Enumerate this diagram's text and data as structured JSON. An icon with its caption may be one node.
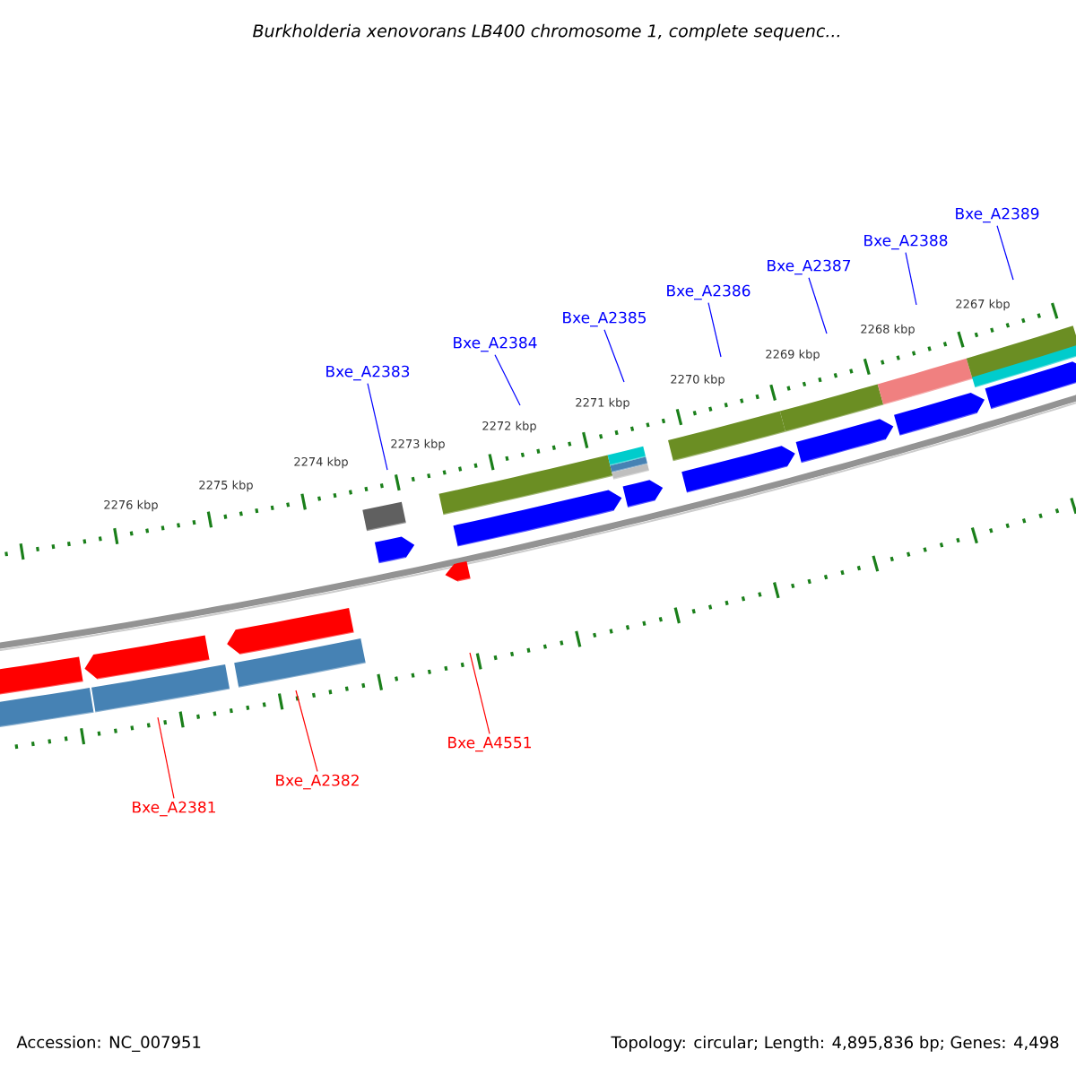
{
  "diagram": {
    "title": "Burkholderia xenovorans LB400 chromosome 1, complete sequenc...",
    "nodes": [
      {
        "text": [
          "Bxe_A2383"
        ]
      },
      {
        "text": [
          "Bxe_A2384"
        ]
      },
      {
        "text": [
          "Bxe_A2385"
        ]
      },
      {
        "text": [
          "Bxe_A2386"
        ]
      },
      {
        "text": [
          "Bxe_A2387"
        ]
      },
      {
        "text": [
          "Bxe_A2388"
        ]
      },
      {
        "text": [
          "Bxe_A2389"
        ]
      },
      {
        "text": [
          "Bxe_A2381"
        ]
      },
      {
        "text": [
          "Bxe_A2382"
        ]
      },
      {
        "text": [
          "Bxe_A4551"
        ]
      }
    ],
    "edges": [
      {
        "from": 0,
        "to": null,
        "arrow": "none"
      },
      {
        "from": 1,
        "to": null,
        "arrow": "none"
      },
      {
        "from": 2,
        "to": null,
        "arrow": "none"
      },
      {
        "from": 3,
        "to": null,
        "arrow": "none"
      },
      {
        "from": 4,
        "to": null,
        "arrow": "none"
      },
      {
        "from": 5,
        "to": null,
        "arrow": "none"
      },
      {
        "from": 6,
        "to": null,
        "arrow": "none"
      },
      {
        "from": 7,
        "to": null,
        "arrow": "none",
        "color": "#ff0000"
      },
      {
        "from": 8,
        "to": null,
        "arrow": "none",
        "color": "#ff0000"
      },
      {
        "from": 9,
        "to": null,
        "arrow": "none",
        "color": "#ff0000"
      }
    ],
    "labels": [
      "2267 kbp",
      "2268 kbp",
      "2269 kbp",
      "2270 kbp",
      "2271 kbp",
      "2272 kbp",
      "2273 kbp",
      "2274 kbp",
      "2275 kbp",
      "2276 kbp",
      "Accession: NC_007951",
      "Topology: circular; Length: 4,895,836 bp; Genes: 4,498"
    ]
  }
}
